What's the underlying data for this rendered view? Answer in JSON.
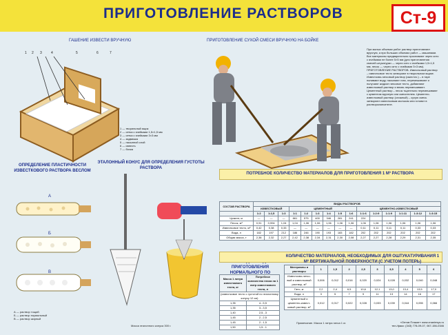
{
  "header": {
    "title": "ПРИГОТОВЛЕНИЕ РАСТВОРОВ",
    "code": "Ст-9"
  },
  "section_titles": {
    "lime": "ГАШЕНИЕ ИЗВЕСТИ ВРУЧНУЮ",
    "dry_mix": "ПРИГОТОВЛЕНИЕ СУХОЙ СМЕСИ ВРУЧНУЮ НА БОЙКЕ",
    "plasticity": "ОПРЕДЕЛЕНИЕ ПЛАСТИЧНОСТИ ИЗВЕСТКОВОГО РАСТВОРА ВЕСЛОМ",
    "cone": "ЭТАЛОННЫЙ КОНУС ДЛЯ ОПРЕДЕЛЕНИЯ ГУСТОТЫ РАСТВОРА",
    "materials": "ПОТРЕБНОЕ КОЛИЧЕСТВО МАТЕРИАЛОВ ДЛЯ ПРИГОТОВЛЕНИЯ 1 М³ РАСТВОРА",
    "sand_qty": "КОЛИЧЕСТВО ПЕСКА, НЕОБХОДИМОЕ ДЛЯ ПРИГОТОВЛЕНИЯ НОРМАЛЬНОГО ПО ПЛАСТИЧНОСТИ (ЖИРНОСТИ) РАСТВОРА",
    "plaster_qty": "КОЛИЧЕСТВО МАТЕРИАЛОВ, НЕОБХОДИМЫХ ДЛЯ ОШТУКАТУРИВАНИЯ 1 М² ВЕРТИКАЛЬНОЙ ПОВЕРХНОСТИ (С УЧЕТОМ ПОТЕРЬ)"
  },
  "labels": {
    "a": "А",
    "b": "Б",
    "c": "В",
    "legend_lines": [
      "1 — творильный ящик",
      "2 — сетка с ячейками 1,5×1,5 мм",
      "3 — сетка с ячейками 3×3 мм",
      "4 — задвижка",
      "5 — насыпной слой",
      "6 — известь",
      "7 — бочка"
    ],
    "plasticity_legend": [
      "А — раствор тощий",
      "Б — раствор нормальный",
      "В — раствор жирный"
    ],
    "cone_note": "Масса эталонного конуса 300 г.",
    "footer": [
      "«Оптов Плакат» www.znaniesys.ru",
      "тел./факс: (343) 778-09-07, 067-156-0346"
    ]
  },
  "description_text": "При малых объемах работ раствор приготовляют вручную, а при больших объемах работ — машинами. Все материалы предварительно просеивают через сито с ячейками не более 5×5 мм (для приготовления смесей штукатурки — через сито с ячейками 1,5×1,5 мм, песок — через сито с ячейками 3×3 мм). ПРИГОТОВЛЕНИЕ РАСТВОРОВ. Известковый раствор – известковое тесто затворяют в творильном ящике. Известково-гипсовый раствор (ожесточ.) – в таре наливают воду, насыпают гипс, перемешивают и получают жидкое гипсовое тесто, добавляют известковый раствор и вновь перемешивают. Цементный раствор – песок тщательно перемешивают с цементом вручную или смесителем. Цементно-известковый раствор (сложный) – сухую смесь затворяют известковым молоком или готовят в растворосмесителе.",
  "materials_table": {
    "header_group": "ВИДЫ РАСТВОРОВ",
    "col_composition": "СОСТАВ РАСТВОРА",
    "col_lime": "ИЗВЕСТКОВЫЙ",
    "col_cement": "ЦЕМЕНТНЫЙ",
    "col_cement_lime": "ЦЕМЕНТНО-ИЗВЕСТКОВЫЙ",
    "columns": [
      "1:2",
      "1:2,5",
      "1:3",
      "1:1",
      "1:2",
      "1:3",
      "1:4",
      "1:5",
      "1:6",
      "1:1:6",
      "1:2:9",
      "1:1:9",
      "1:1:11",
      "1:3:12",
      "1:3:15"
    ],
    "rows": [
      {
        "name": "Цемент, кг",
        "vals": [
          "—",
          "—",
          "—",
          "861",
          "575",
          "400",
          "346",
          "281",
          "241",
          "224",
          "",
          "",
          "",
          "",
          ""
        ]
      },
      {
        "name": "Песок, м³",
        "vals": [
          "0,91",
          "0,994",
          "1,04",
          "1,04",
          "1,06",
          "1,06",
          "1,06",
          "1,06",
          "1,06",
          "1,06",
          "1,06",
          "1,06",
          "1,06",
          "1,06",
          "1,06"
        ]
      },
      {
        "name": "Известковое тесто, м³",
        "vals": [
          "0,42",
          "0,38",
          "0,33",
          "—",
          "—",
          "—",
          "—",
          "—",
          "—",
          "0,11",
          "0,11",
          "0,11",
          "0,11",
          "0,33",
          "0,33"
        ]
      },
      {
        "name": "Вода, л",
        "vals": [
          "182",
          "197",
          "212",
          "186",
          "246",
          "190",
          "193",
          "183",
          "182",
          "202",
          "202",
          "202",
          "202",
          "202",
          "202"
        ]
      },
      {
        "name": "Общая масса, т",
        "vals": [
          "2,38",
          "2,32",
          "2,27",
          "2,42",
          "2,38",
          "2,34",
          "2,31",
          "2,30",
          "2,08",
          "2,27",
          "2,27",
          "2,28",
          "2,29",
          "2,31",
          "2,35"
        ]
      }
    ]
  },
  "sand_table": {
    "col1": "Масса 1 литра известкового теста, кг",
    "col2": "Потребное количество песка на 1 литр известкового теста, л",
    "note": "(известковое тесто с густотой по эталонному конусу 12 см)",
    "rows": [
      [
        "1,35",
        "4...5,5"
      ],
      [
        "1,35",
        "3...3,5"
      ],
      [
        "1,40",
        "2,5...3"
      ],
      [
        "1,45",
        "2...2,5"
      ],
      [
        "1,45",
        "2...1,5"
      ],
      [
        "1,50",
        "1,5...1"
      ]
    ]
  },
  "plaster_table": {
    "col_material": "Материалы и растворы",
    "columns": [
      "1",
      "1,5",
      "2",
      "2,5",
      "3",
      "3,5",
      "4",
      "5",
      "6"
    ],
    "rows": [
      {
        "name": "Известково-гипсо-вый и известковый раствор, м³",
        "vals": [
          "0,006",
          "0,012",
          "0,016",
          "0,020",
          "0,024",
          "0,028",
          "0,032",
          "0,040",
          "0,048"
        ]
      },
      {
        "name": "Гипс, кг",
        "vals": [
          "2,2",
          "2,4",
          "6,5",
          "10,6",
          "12,1",
          "13,0",
          "13,4",
          "13,5",
          "17,0"
        ]
      },
      {
        "name": "Вода, л",
        "vals": [
          "3",
          "5",
          "7",
          "9",
          "11",
          "13",
          "14",
          "16",
          "17"
        ]
      },
      {
        "name": "Цементный и цементно-извест-ковый раствор, м³",
        "vals": [
          "0,012",
          "0,017",
          "0,022",
          "0,028",
          "0,033",
          "0,039",
          "0,044",
          "0,055",
          "0,066"
        ]
      }
    ],
    "note": "Примечание. Масса 1 литра гипса 1 кг."
  }
}
